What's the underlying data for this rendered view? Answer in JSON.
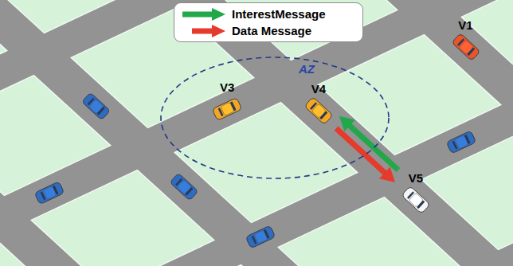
{
  "diagram": {
    "nodes": [
      {
        "text": [
          "V1"
        ]
      },
      {
        "text": [
          "AZ"
        ]
      },
      {
        "text": [
          "V3"
        ],
        "in": 1
      },
      {
        "text": [
          "V4"
        ],
        "in": 1
      },
      {
        "text": [
          "V5"
        ]
      }
    ],
    "edges": [
      {
        "from": 4,
        "to": 3,
        "arrow": "to"
      },
      {
        "from": 3,
        "to": 4,
        "arrow": "to"
      }
    ],
    "legend": [
      {
        "text": "InterestMessage"
      },
      {
        "text": "Data Message"
      }
    ]
  }
}
